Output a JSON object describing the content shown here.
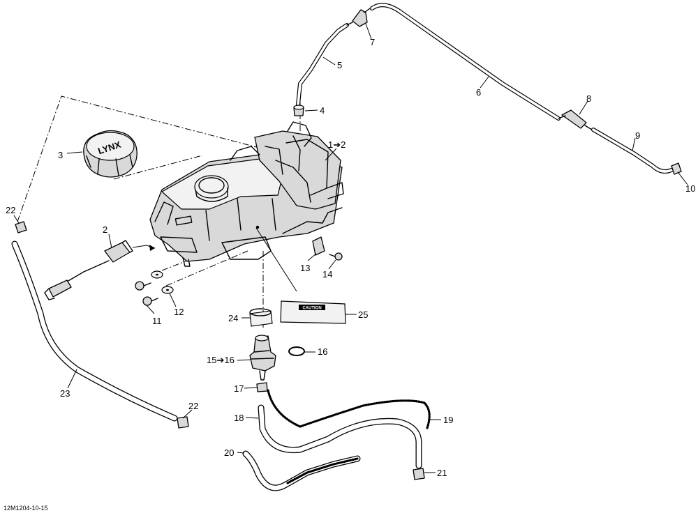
{
  "diagram": {
    "reference_code": "12M1204-10-15",
    "labels": {
      "tank": "1➔2",
      "sender": "2",
      "cap": "3",
      "vent_fitting": "4",
      "hose_upper": "5",
      "hose_long": "6",
      "check_valve": "7",
      "hose_fitting": "8",
      "hose_right": "9",
      "clamp_right": "10",
      "screw_11": "11",
      "washer_12": "12",
      "bracket_13": "13",
      "screw_14": "14",
      "filter_outlet": "15➔16",
      "oring": "16",
      "clamp_17": "17",
      "hose_18": "18",
      "spring_19": "19",
      "drain_hose": "20",
      "clamp_21": "21",
      "clamp_22_top": "22",
      "clamp_22_bottom": "22",
      "hose_23": "23",
      "clamp_24": "24",
      "caution_label": "25"
    },
    "cap_logo": "LYNX",
    "caution_text": "CAUTION"
  }
}
